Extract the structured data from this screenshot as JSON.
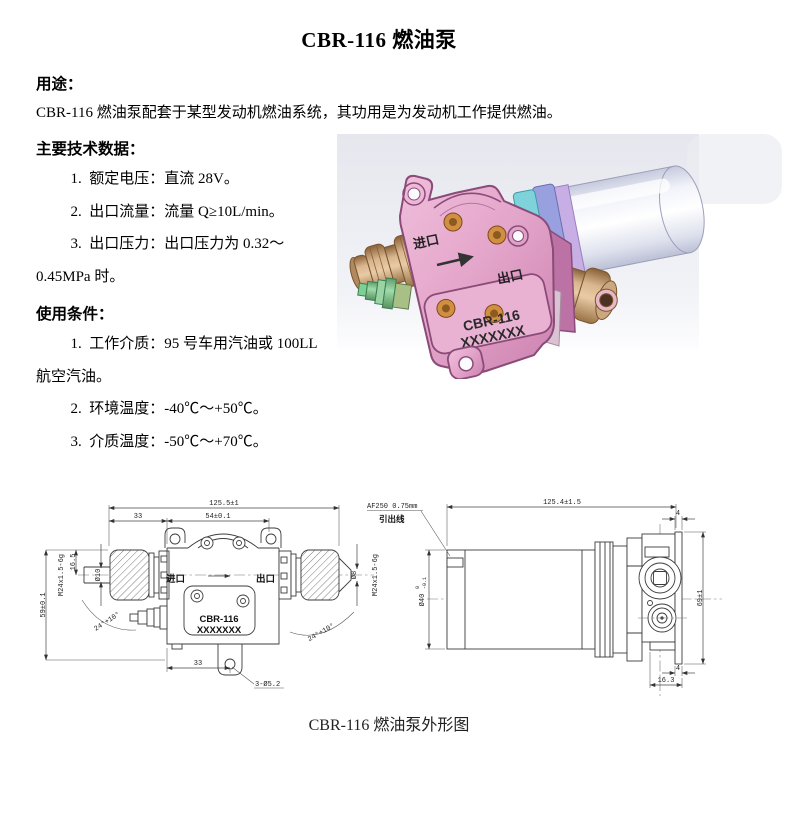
{
  "doc": {
    "title": "CBR-116 燃油泵",
    "usage": {
      "heading": "用途：",
      "body": "CBR-116 燃油泵配套于某型发动机燃油系统，其功用是为发动机工作提供燃油。"
    },
    "tech": {
      "heading": "主要技术数据：",
      "items": [
        "1.  额定电压：直流 28V。",
        "2.  出口流量：流量 Q≥10L/min。",
        "3.  出口压力：出口压力为 0.32～0.45MPa 时。"
      ]
    },
    "conditions": {
      "heading": "使用条件：",
      "items": [
        "1.  工作介质：95 号车用汽油或 100LL 航空汽油。",
        "2.  环境温度：-40℃～+50℃。",
        "3.  介质温度：-50℃～+70℃。"
      ]
    },
    "caption": "CBR-116 燃油泵外形图"
  },
  "render": {
    "inlet": "进口",
    "outlet": "出口",
    "model": "CBR-116",
    "serial": "XXXXXXX",
    "body_color": "#e3a4c9",
    "motor_color": "#eef0f9",
    "fitting_color": "#d9b68e",
    "connector_color": "#8fd6a0"
  },
  "drawing": {
    "front": {
      "dim_width": "125.5±1",
      "dim_left": "33",
      "dim_mid": "54±0.1",
      "dim_height": "59±0.1",
      "dim_16_5": "16.5",
      "dim_bore_in": "Ø10",
      "thread_in": "M24x1.5-6g",
      "angle_in": "24°+10°",
      "inlet": "进口",
      "outlet": "出口",
      "model": "CBR-116",
      "serial": "XXXXXXX",
      "dim_bore_out": "Ø8",
      "thread_out": "M24x1.5-6g",
      "angle_out": "24°+10°",
      "dim_bottom": "33",
      "holes": "3-Ø5.2"
    },
    "side": {
      "wire_spec": "AF250 0.75mm",
      "wire_label": "引出线",
      "dim_length": "125.4±1.5",
      "dim_4_top": "4",
      "dim_dia": "Ø40",
      "dia_tol_hi": "0",
      "dia_tol_lo": "-0.1",
      "dim_height": "69±1",
      "dim_4_bottom": "4",
      "dim_foot": "16.3"
    }
  }
}
